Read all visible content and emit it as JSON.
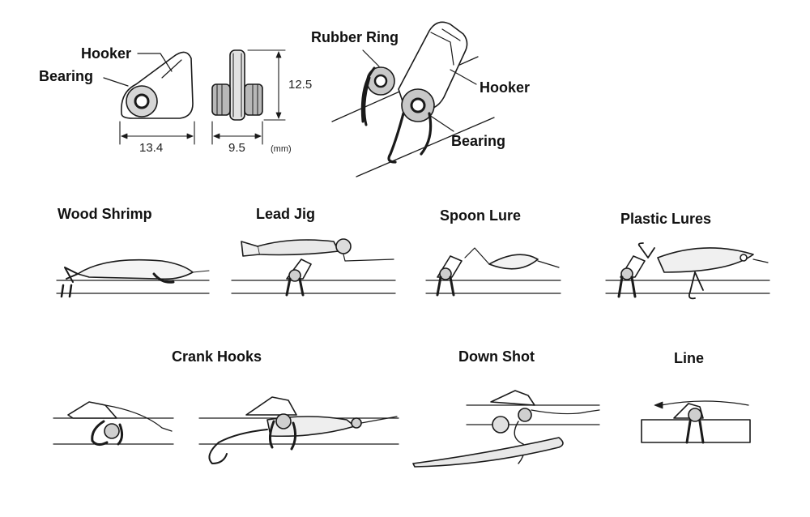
{
  "top_labels": {
    "hooker_left": "Hooker",
    "bearing_left": "Bearing",
    "rubber_ring": "Rubber Ring",
    "hooker_right": "Hooker",
    "bearing_right": "Bearing"
  },
  "dimensions": {
    "width_a": "13.4",
    "width_b": "9.5",
    "height": "12.5",
    "unit": "(mm)"
  },
  "examples": {
    "wood_shrimp": "Wood Shrimp",
    "lead_jig": "Lead Jig",
    "spoon_lure": "Spoon Lure",
    "plastic_lures": "Plastic Lures",
    "crank_hooks": "Crank Hooks",
    "down_shot": "Down Shot",
    "line": "Line"
  }
}
